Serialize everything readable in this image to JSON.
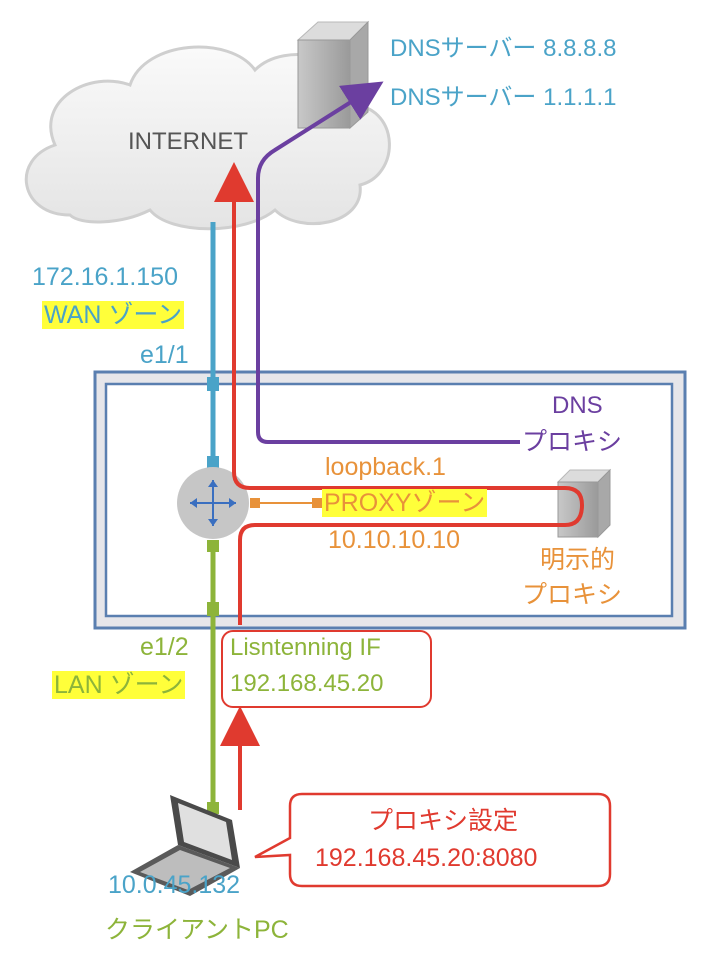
{
  "internet": {
    "label": "INTERNET"
  },
  "dns_servers": [
    "DNSサーバー 8.8.8.8",
    "DNSサーバー 1.1.1.1"
  ],
  "wan": {
    "ip": "172.16.1.150",
    "zone": "WAN ゾーン",
    "interface": "e1/1"
  },
  "dns_proxy": {
    "line1": "DNS",
    "line2": "プロキシ"
  },
  "loopback": {
    "name": "loopback.1",
    "zone": "PROXYゾーン",
    "ip": "10.10.10.10"
  },
  "explicit_proxy": {
    "line1": "明示的",
    "line2": "プロキシ"
  },
  "lan": {
    "interface": "e1/2",
    "zone": "LAN ゾーン"
  },
  "listening_if": {
    "line1": "Lisntenning IF",
    "line2": "192.168.45.20"
  },
  "proxy_setting": {
    "line1": "プロキシ設定",
    "line2": "192.168.45.20:8080"
  },
  "client": {
    "ip": "10.0.45.132",
    "name": "クライアントPC"
  },
  "colors": {
    "wan": "#4aa3c8",
    "lan": "#8db43a",
    "proxy": "#e8923a",
    "dns": "#6b3fa0",
    "http": "#e03a2f",
    "frame": "#5a7fb0"
  }
}
